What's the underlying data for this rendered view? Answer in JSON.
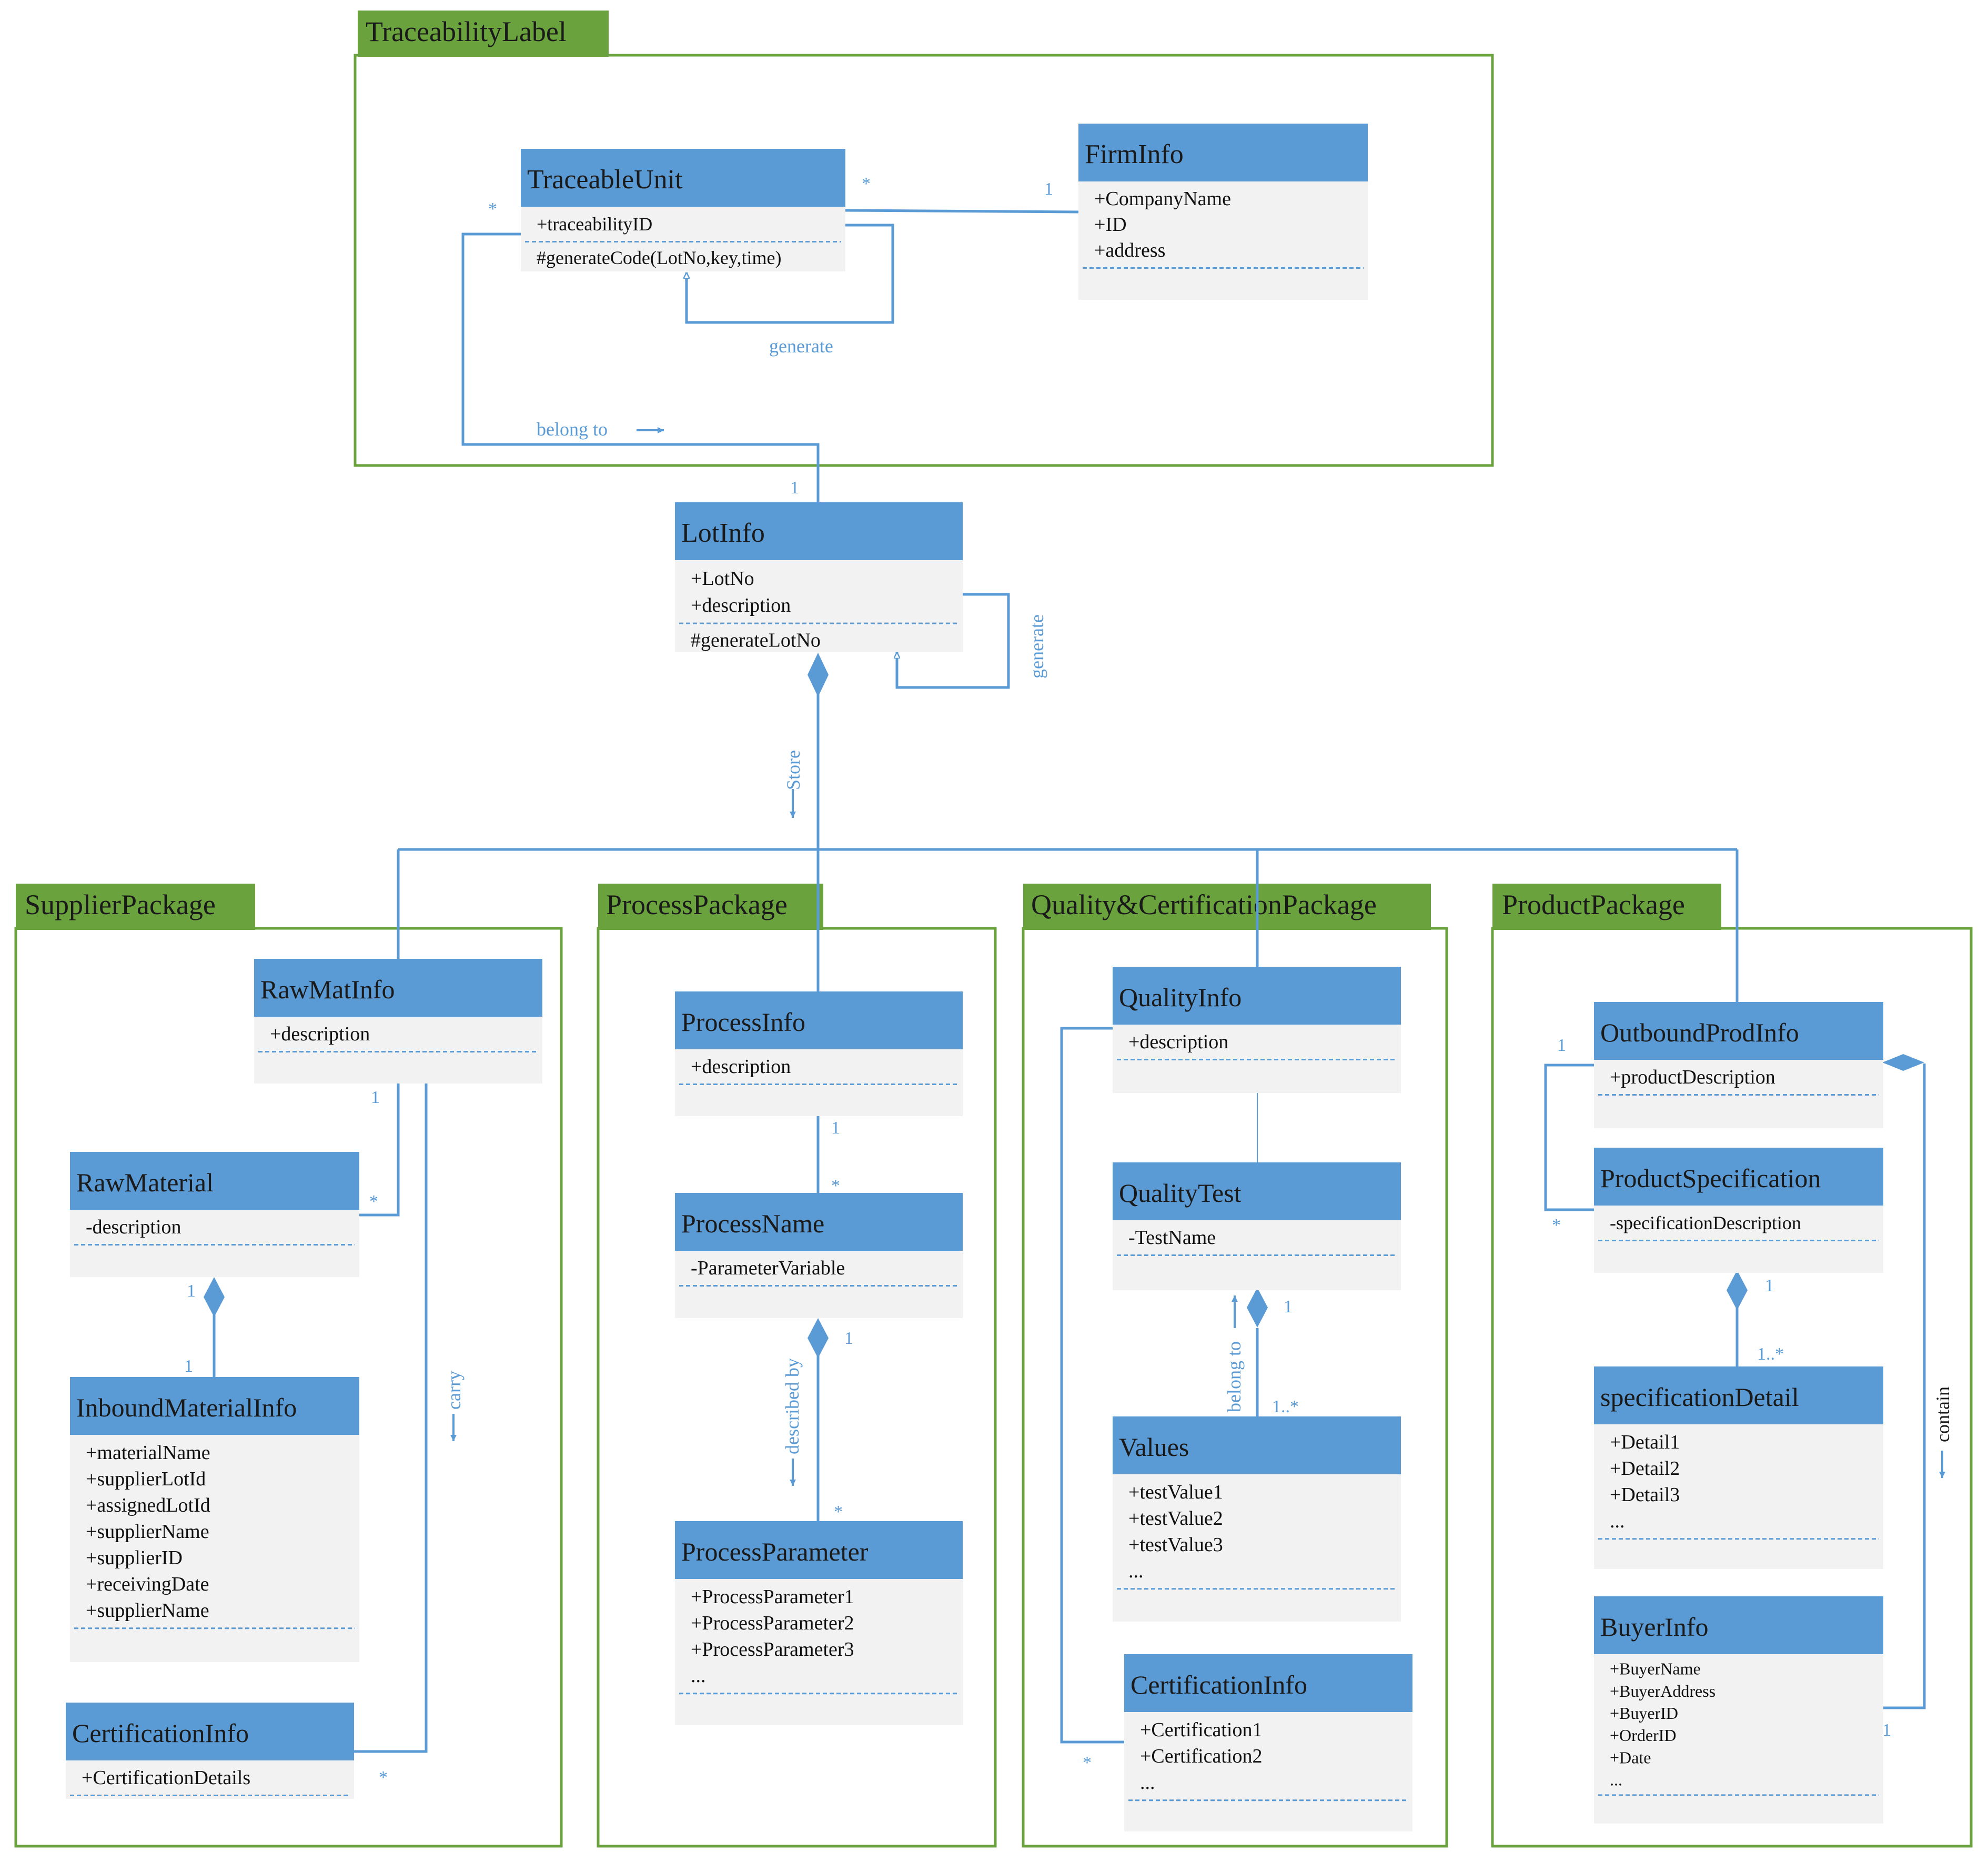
{
  "colors": {
    "package_green": "#6aa33e",
    "class_header": "#5b9bd5",
    "class_body": "#f2f2f2",
    "line_blue": "#5b9bd5",
    "header_text": "#1a1a1a"
  },
  "packages": {
    "traceability": "TraceabilityLabel",
    "supplier": "SupplierPackage",
    "process": "ProcessPackage",
    "quality": "Quality&CertificationPackage",
    "product": "ProductPackage"
  },
  "classes": {
    "traceable_unit": {
      "name": "TraceableUnit",
      "attrs": [
        "+traceabilityID"
      ],
      "ops": [
        "#generateCode(LotNo,key,time)"
      ]
    },
    "firm_info": {
      "name": "FirmInfo",
      "attrs": [
        "+CompanyName",
        "+ID",
        "+address"
      ],
      "ops": []
    },
    "lot_info": {
      "name": "LotInfo",
      "attrs": [
        "+LotNo",
        "+description"
      ],
      "ops": [
        "#generateLotNo"
      ]
    },
    "raw_mat_info": {
      "name": "RawMatInfo",
      "attrs": [
        "+description"
      ],
      "ops": []
    },
    "raw_material": {
      "name": "RawMaterial",
      "attrs": [
        "-description"
      ],
      "ops": []
    },
    "inbound_material_info": {
      "name": "InboundMaterialInfo",
      "attrs": [
        "+materialName",
        "+supplierLotId",
        "+assignedLotId",
        "+supplierName",
        "+supplierID",
        "+receivingDate",
        "+supplierName"
      ],
      "ops": []
    },
    "supplier_certification_info": {
      "name": "CertificationInfo",
      "attrs": [
        "+CertificationDetails"
      ],
      "ops": []
    },
    "process_info": {
      "name": "ProcessInfo",
      "attrs": [
        "+description"
      ],
      "ops": []
    },
    "process_name": {
      "name": "ProcessName",
      "attrs": [
        "-ParameterVariable"
      ],
      "ops": []
    },
    "process_parameter": {
      "name": "ProcessParameter",
      "attrs": [
        "+ProcessParameter1",
        "+ProcessParameter2",
        "+ProcessParameter3",
        "..."
      ],
      "ops": []
    },
    "quality_info": {
      "name": "QualityInfo",
      "attrs": [
        "+description"
      ],
      "ops": []
    },
    "quality_test": {
      "name": "QualityTest",
      "attrs": [
        "-TestName"
      ],
      "ops": []
    },
    "values": {
      "name": "Values",
      "attrs": [
        "+testValue1",
        "+testValue2",
        "+testValue3",
        "..."
      ],
      "ops": []
    },
    "quality_certification_info": {
      "name": "CertificationInfo",
      "attrs": [
        "+Certification1",
        "+Certification2",
        "..."
      ],
      "ops": []
    },
    "outbound_prod_info": {
      "name": "OutboundProdInfo",
      "attrs": [
        "+productDescription"
      ],
      "ops": []
    },
    "product_specification": {
      "name": "ProductSpecification",
      "attrs": [
        "-specificationDescription"
      ],
      "ops": []
    },
    "specification_detail": {
      "name": "specificationDetail",
      "attrs": [
        "+Detail1",
        "+Detail2",
        "+Detail3",
        "..."
      ],
      "ops": []
    },
    "buyer_info": {
      "name": "BuyerInfo",
      "attrs": [
        "+BuyerName",
        "+BuyerAddress",
        "+BuyerID",
        "+OrderID",
        "+Date",
        "..."
      ],
      "ops": []
    }
  },
  "labels": {
    "generate": "generate",
    "belong_to": "belong to",
    "store": "Store",
    "carry": "carry",
    "described_by": "described by",
    "contain": "contain",
    "one": "1",
    "many": "*",
    "one_to_many": "1..*"
  }
}
